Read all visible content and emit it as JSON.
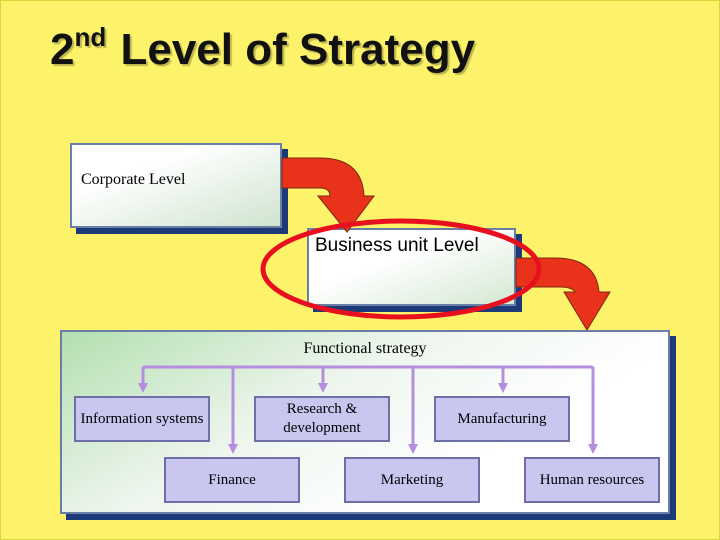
{
  "title": {
    "sup": "nd",
    "prefix": "2",
    "main": "Level of Strategy"
  },
  "corporate": {
    "label": "Corporate Level"
  },
  "business": {
    "label": "Business unit Level"
  },
  "functional": {
    "label": "Functional strategy"
  },
  "departments": {
    "info": "Information systems",
    "rd": "Research & development",
    "mfg": "Manufacturing",
    "fin": "Finance",
    "mkt": "Marketing",
    "hr": "Human resources"
  },
  "colors": {
    "background": "#fdf36a",
    "arrow_fill": "#e8321a",
    "highlight_ring": "#e8101e",
    "connector": "#b58ee0",
    "department_fill": "#c9c6f0"
  }
}
